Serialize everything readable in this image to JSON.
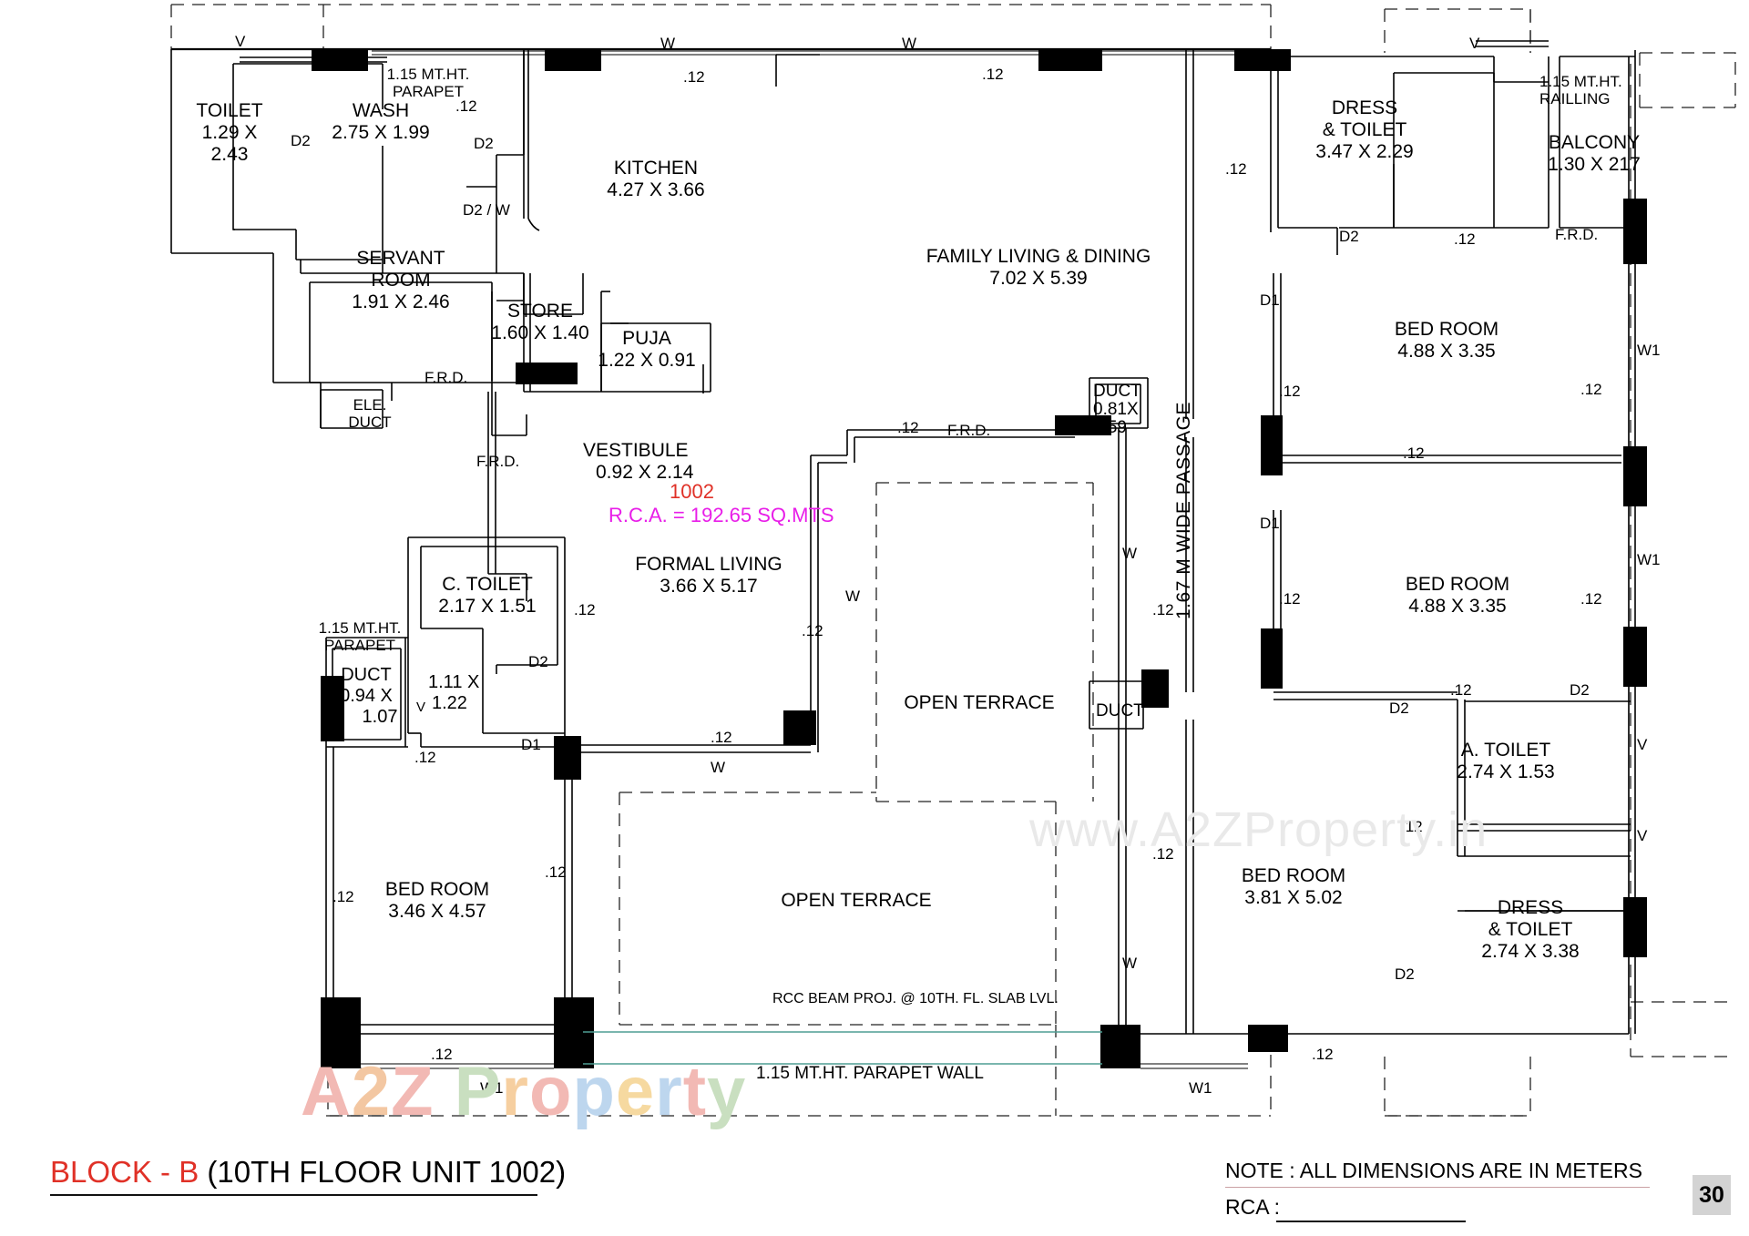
{
  "drawing": {
    "title_block": {
      "block": "BLOCK - B",
      "unit": "(10TH FLOOR UNIT 1002)"
    },
    "note": "NOTE : ALL DIMENSIONS ARE IN METERS",
    "rca_label": "RCA :",
    "page_number": "30",
    "unit_number": "1002",
    "unit_rca": "R.C.A. = 192.65 SQ.MTS",
    "colors": {
      "unit_number": "#e03127",
      "unit_rca": "#e81ee8",
      "block": "#e03127",
      "beam_line": "#4f9e93"
    }
  },
  "watermarks": {
    "url": "www.A2ZProperty.in",
    "brand": "A2Z Property"
  },
  "rooms": [
    {
      "name": "TOILET",
      "dim": "1.29 X\n2.43"
    },
    {
      "name": "WASH",
      "dim": "2.75 X 1.99"
    },
    {
      "name": "KITCHEN",
      "dim": "4.27 X 3.66"
    },
    {
      "name": "FAMILY LIVING & DINING",
      "dim": "7.02 X 5.39"
    },
    {
      "name": "DRESS\n& TOILET",
      "dim": "3.47 X 2.29"
    },
    {
      "name": "BALCONY",
      "dim": "1.30 X 217"
    },
    {
      "name": "SERVANT\nROOM",
      "dim": "1.91 X 2.46"
    },
    {
      "name": "STORE",
      "dim": "1.60 X 1.40"
    },
    {
      "name": "PUJA",
      "dim": "1.22 X 0.91"
    },
    {
      "name": "BED ROOM",
      "dim": "4.88 X 3.35"
    },
    {
      "name": "BED ROOM",
      "dim": "4.88 X 3.35"
    },
    {
      "name": "VESTIBULE",
      "dim": "0.92 X 2.14"
    },
    {
      "name": "FORMAL LIVING",
      "dim": "3.66 X 5.17"
    },
    {
      "name": "C. TOILET",
      "dim": "2.17 X 1.51"
    },
    {
      "name": "DUCT",
      "dim": "0.94 X 1.07"
    },
    {
      "name": "DUCT",
      "dim": "0.81X 0.59"
    },
    {
      "name": "DUCT",
      "dim": ""
    },
    {
      "name": "ELE. DUCT",
      "dim": ""
    },
    {
      "name": "OPEN TERRACE",
      "dim": ""
    },
    {
      "name": "OPEN TERRACE",
      "dim": ""
    },
    {
      "name": "BED ROOM",
      "dim": "3.46 X 4.57"
    },
    {
      "name": "A. TOILET",
      "dim": "2.74 X 1.53"
    },
    {
      "name": "BED ROOM",
      "dim": "3.81 X 5.02"
    },
    {
      "name": "DRESS\n& TOILET",
      "dim": "2.74 X 3.38"
    }
  ],
  "labels": {
    "toilet_name": "TOILET",
    "toilet_dim1": "1.29 X",
    "toilet_dim2": "2.43",
    "wash_name": "WASH",
    "wash_dim": "2.75 X 1.99",
    "parapet_top": "1.15 MT.HT.",
    "parapet_top2": "PARAPET",
    "kitchen_name": "KITCHEN",
    "kitchen_dim": "4.27 X 3.66",
    "family_name": "FAMILY LIVING & DINING",
    "family_dim": "7.02 X 5.39",
    "dress_toilet_name1": "DRESS",
    "dress_toilet_name2": "& TOILET",
    "dress_toilet_dim": "3.47 X 2.29",
    "railling1": "1.15 MT.HT.",
    "railling2": "RAILLING",
    "balcony_name": "BALCONY",
    "balcony_dim": "1.30 X 217",
    "servant_name1": "SERVANT",
    "servant_name2": "ROOM",
    "servant_dim": "1.91 X 2.46",
    "store_name": "STORE",
    "store_dim": "1.60 X 1.40",
    "puja_name": "PUJA",
    "puja_dim": "1.22 X 0.91",
    "ele_duct1": "ELE.",
    "ele_duct2": "DUCT",
    "vestibule_name": "VESTIBULE",
    "vestibule_dim": "0.92 X 2.14",
    "formal_name": "FORMAL LIVING",
    "formal_dim": "3.66 X 5.17",
    "ctoilet_name": "C. TOILET",
    "ctoilet_dim": "2.17 X 1.51",
    "parapet_left1": "1.15 MT.HT.",
    "parapet_left2": "PARAPET",
    "duct_left_name": "DUCT",
    "duct_left_d1": "0.94 X",
    "duct_left_d2": "1.07",
    "duct_left_sub1": "1.11 X",
    "duct_left_sub2": "1.22",
    "duct_top_name": "DUCT",
    "duct_top_d1": "0.81X",
    "duct_top_d2": "0.59",
    "duct_mid_name": "DUCT",
    "passage": "1.67 M  WIDE  PASSAGE",
    "bed1_name": "BED ROOM",
    "bed1_dim": "4.88 X 3.35",
    "bed2_name": "BED ROOM",
    "bed2_dim": "4.88 X 3.35",
    "bed3_name": "BED ROOM",
    "bed3_dim": "3.81 X 5.02",
    "bed4_name": "BED ROOM",
    "bed4_dim": "3.46 X 4.57",
    "atoilet_name": "A. TOILET",
    "atoilet_dim": "2.74 X 1.53",
    "dress2_name1": "DRESS",
    "dress2_name2": "& TOILET",
    "dress2_dim": "2.74 X 3.38",
    "terrace1": "OPEN TERRACE",
    "terrace2": "OPEN TERRACE",
    "rcc_beam": "RCC BEAM PROJ. @ 10TH. FL. SLAB LVL.",
    "parapet_wall": "1.15 MT.HT. PARAPET WALL"
  },
  "markers": {
    "d1": "D1",
    "d2": "D2",
    "d2w": "D2 / W",
    "w": "W",
    "w1": "W1",
    "v": "V",
    "frd": "F.R.D.",
    "t12": ".12"
  }
}
